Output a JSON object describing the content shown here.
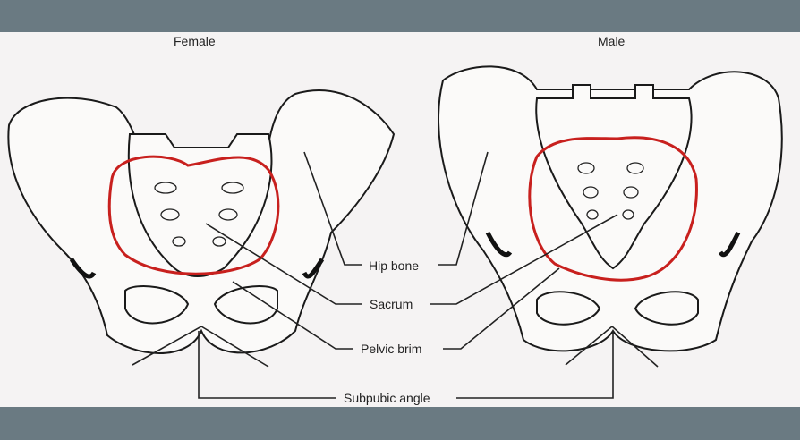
{
  "titles": {
    "female": "Female",
    "male": "Male"
  },
  "labels": {
    "hip_bone": "Hip bone",
    "sacrum": "Sacrum",
    "pelvic_brim": "Pelvic brim",
    "subpubic_angle": "Subpubic angle"
  },
  "colors": {
    "frame": "#6a7a82",
    "background": "#f5f3f3",
    "pelvic_brim_outline": "#c8201e"
  }
}
